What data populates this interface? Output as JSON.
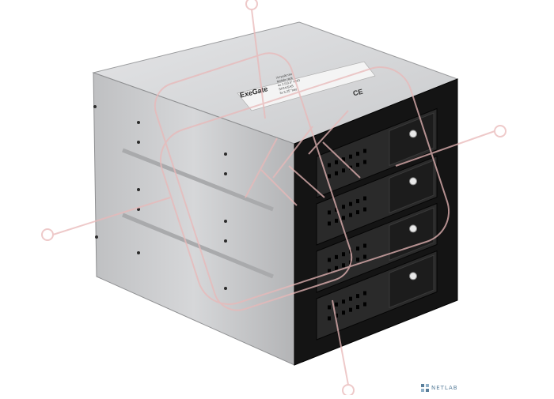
{
  "product": {
    "brand_label": "ExeGate",
    "label_text": [
      "Устройство",
      "Mobile rack",
      "4x 2.5/3.5\" HDD",
      "SATA/SAS",
      "3x 5.25\" bay"
    ],
    "ce_mark": "CE",
    "bay_count": 4
  },
  "watermark": {
    "overlay_icon": "kkk-logo-watermark",
    "brand": "NETLAB",
    "colors": {
      "overlay": "#e9b8b8",
      "brand": "#5a7f9b"
    }
  },
  "colors": {
    "chassis_side": "#c8c9cb",
    "chassis_top": "#dadbdd",
    "front_panel": "#141414",
    "tray": "#2a2a2a"
  }
}
